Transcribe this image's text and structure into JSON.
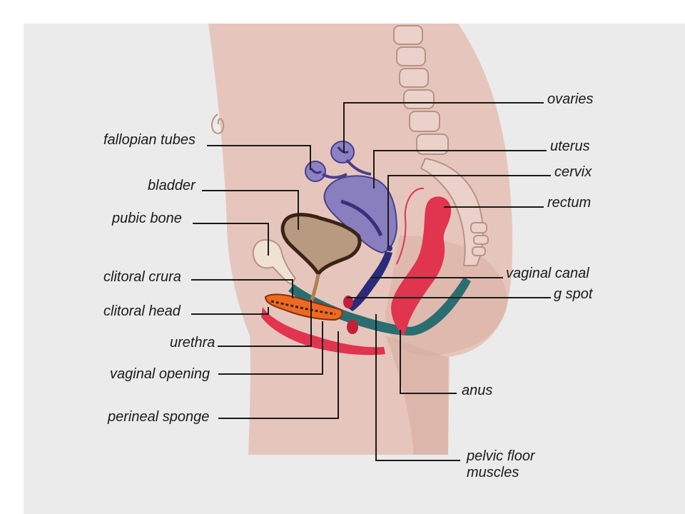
{
  "labels": {
    "ovaries": "ovaries",
    "fallopian_tubes": "fallopian tubes",
    "uterus": "uterus",
    "cervix": "cervix",
    "bladder": "bladder",
    "rectum": "rectum",
    "pubic_bone": "pubic bone",
    "clitoral_crura": "clitoral crura",
    "vaginal_canal": "vaginal canal",
    "g_spot": "g spot",
    "clitoral_head": "clitoral head",
    "urethra": "urethra",
    "vaginal_opening": "vaginal opening",
    "anus": "anus",
    "perineal_sponge": "perineal sponge",
    "pelvic_floor_muscles_line1": "pelvic floor",
    "pelvic_floor_muscles_line2": "muscles"
  },
  "colors": {
    "skin": "#e6c6bc",
    "skin_dark": "#d9b0a4",
    "uterus": "#8a7fbe",
    "ovary": "#8c82c2",
    "cervix_canal": "#2c2a7a",
    "bladder": "#b79a7f",
    "bladder_rim": "#3a2414",
    "rectum": "#e1344f",
    "clitoris": "#ee6a22",
    "pelvic_floor": "#2a6e72",
    "spine_outline": "#b99284"
  }
}
